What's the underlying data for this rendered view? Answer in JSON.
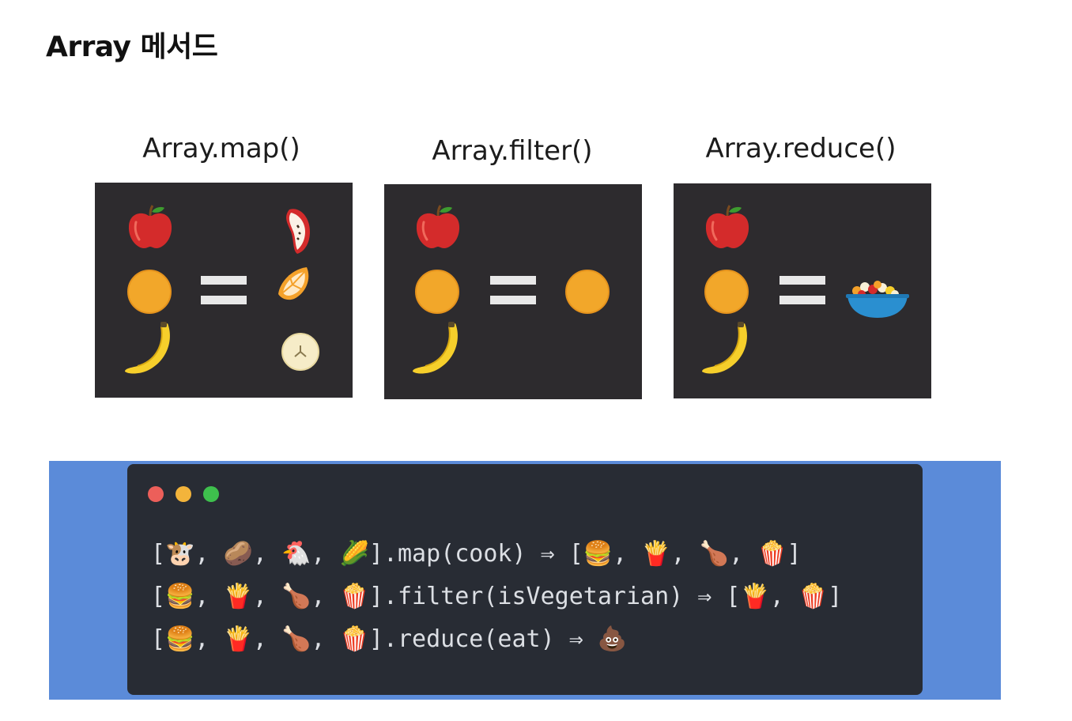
{
  "title": "Array 메서드",
  "panels": {
    "map": {
      "label": "Array.map()"
    },
    "filter": {
      "label": "Array.filter()"
    },
    "reduce": {
      "label": "Array.reduce()"
    }
  },
  "code": {
    "window_dots": [
      "#ec5f5a",
      "#f3b43b",
      "#3ec04d"
    ],
    "lines": [
      "[🐮, 🥔, 🐔, 🌽].map(cook) ⇒ [🍔, 🍟, 🍗, 🍿]",
      "[🍔, 🍟, 🍗, 🍿].filter(isVegetarian) ⇒ [🍟, 🍿]",
      "[🍔, 🍟, 🍗, 🍿].reduce(eat) ⇒ 💩"
    ]
  },
  "colors": {
    "panel_bg": "#2d2b2e",
    "code_outer_bg": "#5b8bd9",
    "code_window_bg": "#282c34"
  }
}
